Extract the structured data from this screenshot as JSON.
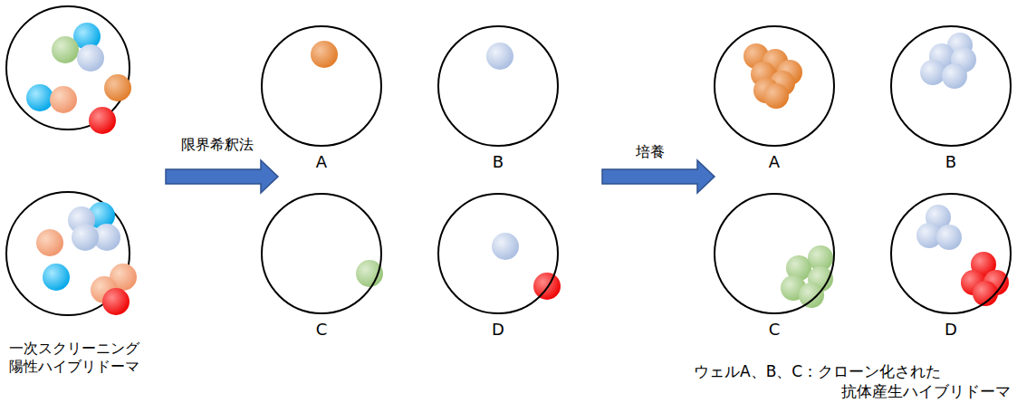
{
  "diagram": {
    "nodes": [
      {
        "text": [
          "A"
        ]
      },
      {
        "text": [
          "B"
        ]
      },
      {
        "text": [
          "C"
        ]
      },
      {
        "text": [
          "D"
        ]
      },
      {
        "text": [
          "A"
        ]
      },
      {
        "text": [
          "B"
        ]
      },
      {
        "text": [
          "C"
        ]
      },
      {
        "text": [
          "D"
        ]
      }
    ],
    "labels": [
      "限界希釈法",
      "培養",
      "一次スクリーニング 陽性ハイブリドーマ",
      "ウェルA、B、C：クローン化された 抗体産生ハイブリドーマ"
    ]
  }
}
